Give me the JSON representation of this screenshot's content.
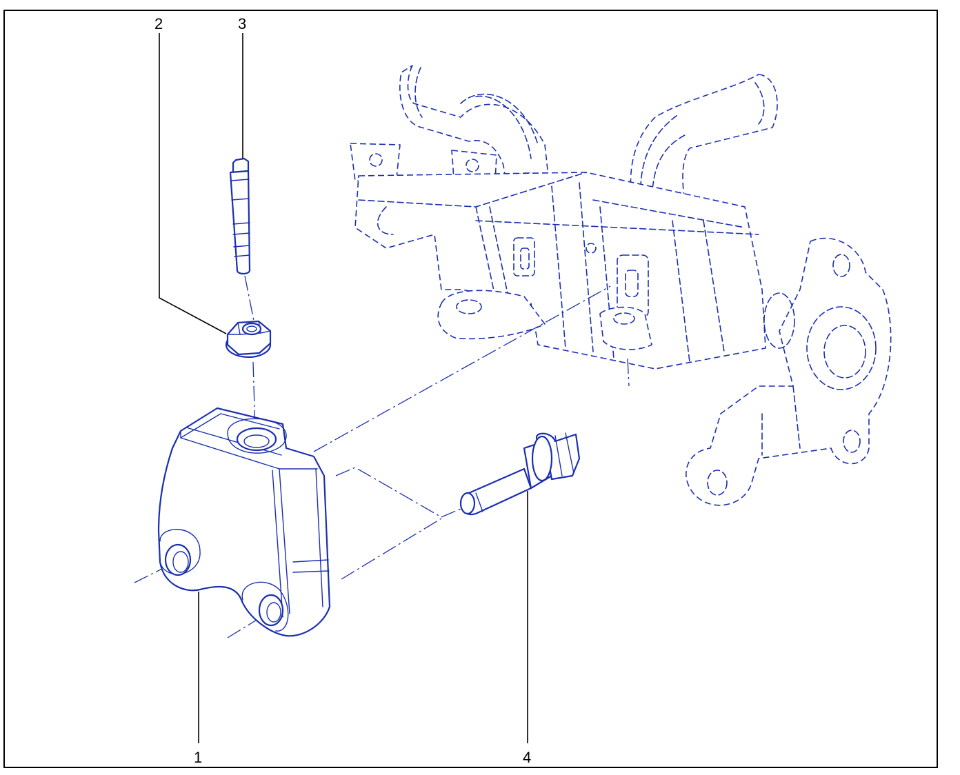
{
  "callouts": [
    {
      "id": "1",
      "label": "1"
    },
    {
      "id": "2",
      "label": "2"
    },
    {
      "id": "3",
      "label": "3"
    },
    {
      "id": "4",
      "label": "4"
    }
  ],
  "colors": {
    "line": "#1a2fb0",
    "leader": "#000000",
    "frame": "#000000"
  }
}
